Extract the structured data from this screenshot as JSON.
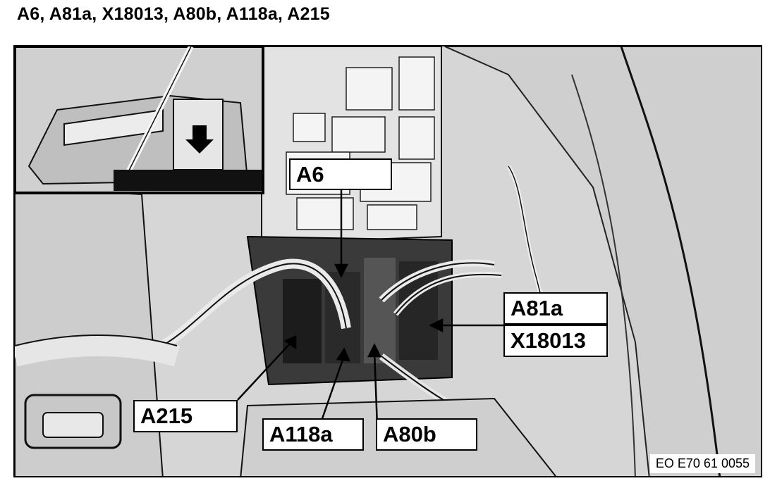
{
  "title": "A6, A81a, X18013, A80b, A118a, A215",
  "labels": {
    "a6": "A6",
    "a81a": "A81a",
    "x18013": "X18013",
    "a215": "A215",
    "a118a": "A118a",
    "a80b": "A80b"
  },
  "reference": "EO E70 61 0055"
}
